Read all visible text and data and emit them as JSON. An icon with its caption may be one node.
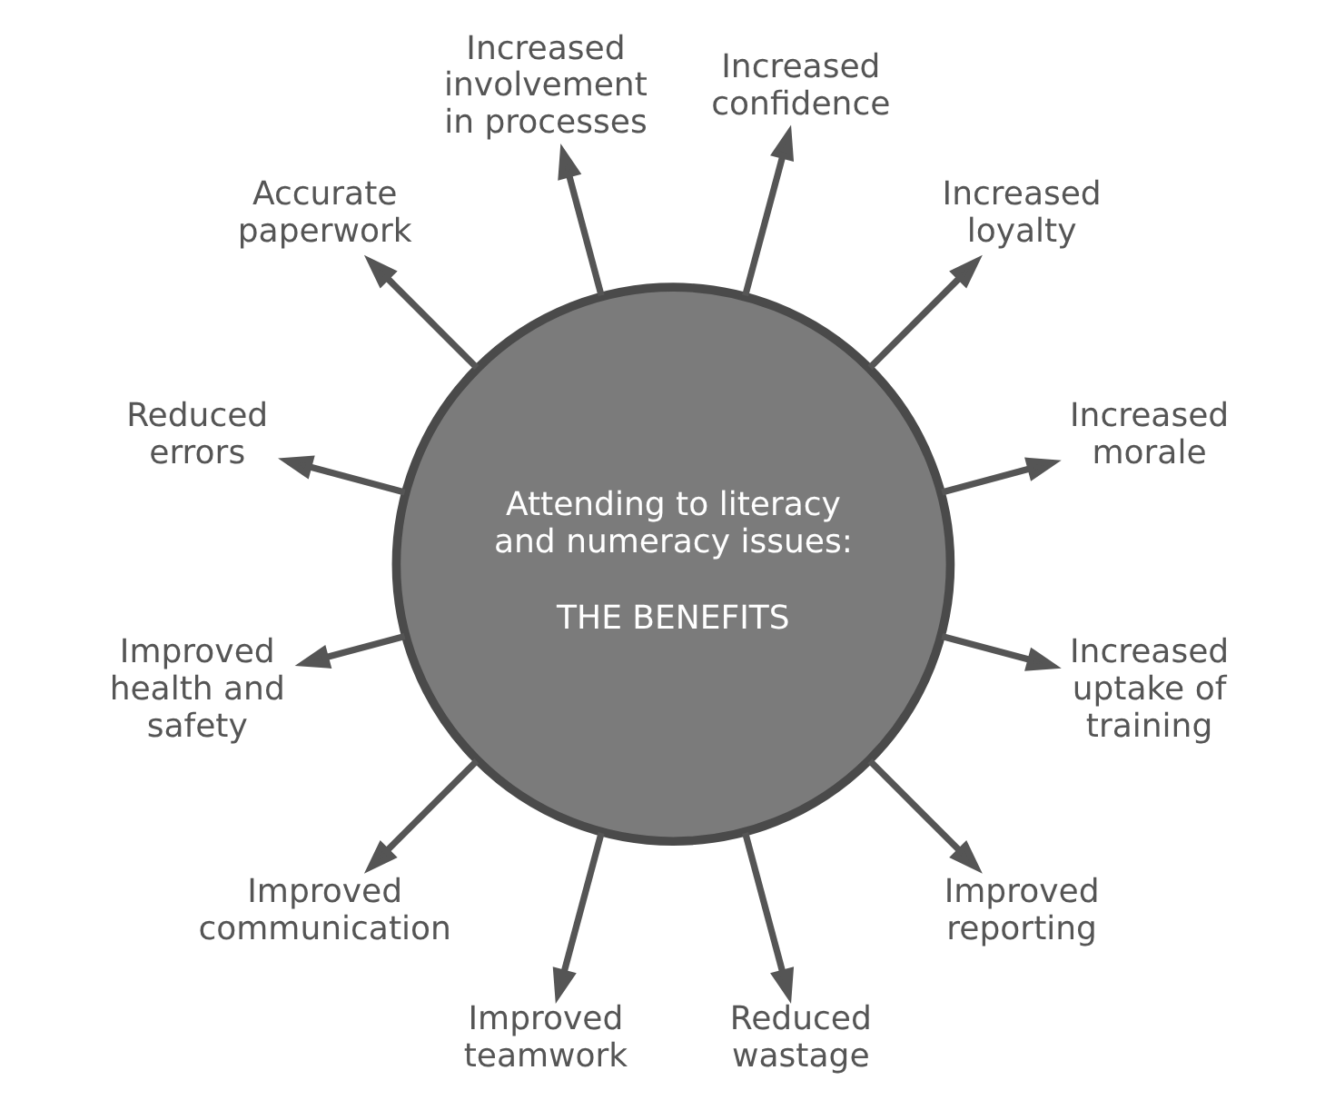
{
  "diagram": {
    "nodes": [
      {
        "text": [
          "Attending to literacy and numeracy issues:",
          "THE BENEFITS"
        ]
      },
      {
        "text": [
          "Increased morale"
        ]
      },
      {
        "text": [
          "Increased loyalty"
        ]
      },
      {
        "text": [
          "Increased confidence"
        ]
      },
      {
        "text": [
          "Increased involvement in processes"
        ]
      },
      {
        "text": [
          "Accurate paperwork"
        ]
      },
      {
        "text": [
          "Reduced errors"
        ]
      },
      {
        "text": [
          "Improved health and safety"
        ]
      },
      {
        "text": [
          "Improved communication"
        ]
      },
      {
        "text": [
          "Improved teamwork"
        ]
      },
      {
        "text": [
          "Reduced wastage"
        ]
      },
      {
        "text": [
          "Improved reporting"
        ]
      },
      {
        "text": [
          "Increased uptake of training"
        ]
      }
    ],
    "edges": [
      {
        "from": 0,
        "to": 1,
        "arrow": "to"
      },
      {
        "from": 0,
        "to": 2,
        "arrow": "to"
      },
      {
        "from": 0,
        "to": 3,
        "arrow": "to"
      },
      {
        "from": 0,
        "to": 4,
        "arrow": "to"
      },
      {
        "from": 0,
        "to": 5,
        "arrow": "to"
      },
      {
        "from": 0,
        "to": 6,
        "arrow": "to"
      },
      {
        "from": 0,
        "to": 7,
        "arrow": "to"
      },
      {
        "from": 0,
        "to": 8,
        "arrow": "to"
      },
      {
        "from": 0,
        "to": 9,
        "arrow": "to"
      },
      {
        "from": 0,
        "to": 10,
        "arrow": "to"
      },
      {
        "from": 0,
        "to": 11,
        "arrow": "to"
      },
      {
        "from": 0,
        "to": 12,
        "arrow": "to"
      }
    ]
  }
}
